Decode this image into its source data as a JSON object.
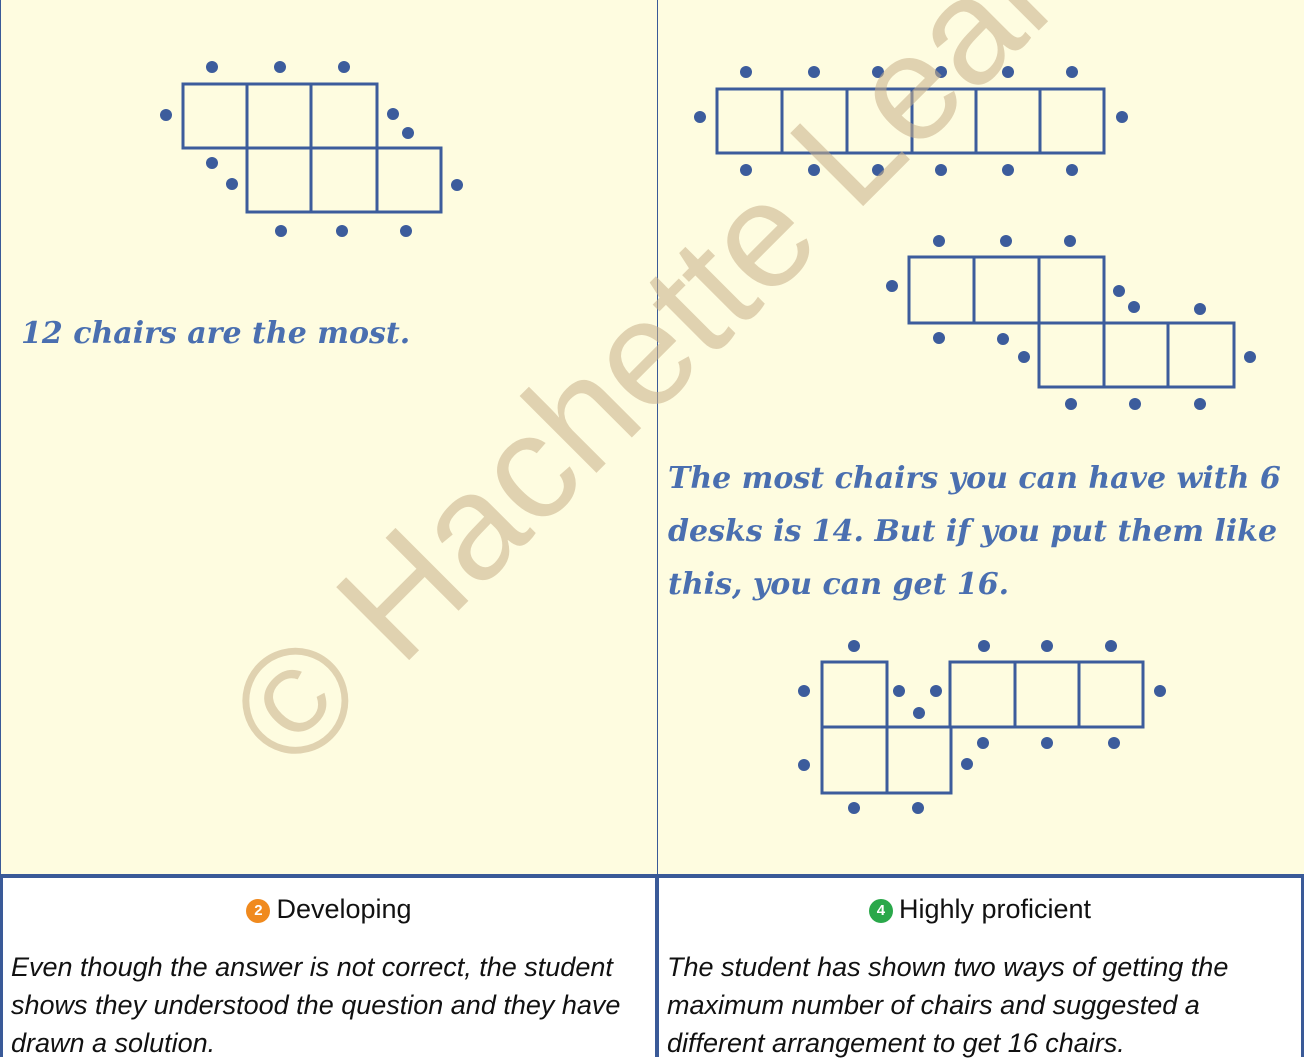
{
  "left_panel": {
    "answer_text": "12 chairs are the most."
  },
  "right_panel": {
    "answer_text": "The most chairs you can have with 6 desks is 14. But if you put them like this, you can get 16."
  },
  "bottom_left": {
    "level_number": "2",
    "level_label": "Developing",
    "badge_color": "#f08a1e",
    "comment": "Even though the answer is not correct, the student shows they understood the question and they have drawn a solution."
  },
  "bottom_right": {
    "level_number": "4",
    "level_label": "Highly proficient",
    "badge_color": "#2aa84a",
    "comment": "The student has shown two ways of getting the maximum number of chairs and suggested a different arrangement to get 16 chairs."
  },
  "watermark": "© Hachette Learning",
  "colors": {
    "panel_background": "#fefce0",
    "desk_outline": "#3c5c9c",
    "handwriting": "#4a6fb0",
    "border": "#3a5a98"
  }
}
